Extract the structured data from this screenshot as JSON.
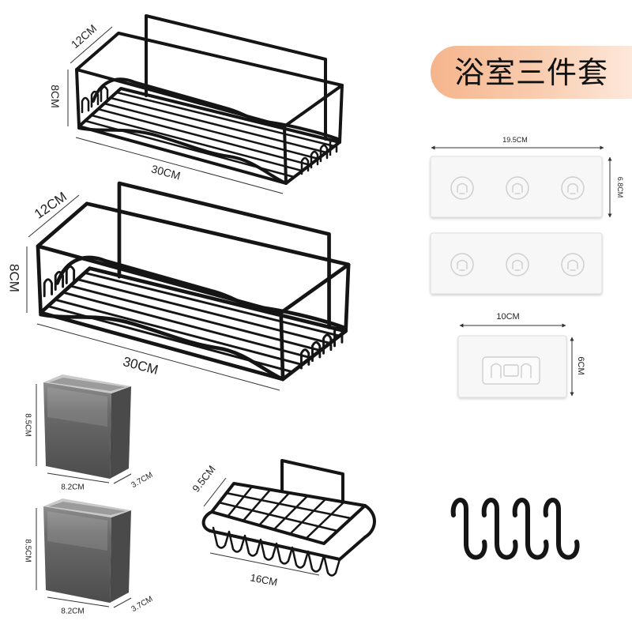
{
  "title": "浴室三件套",
  "colors": {
    "wire": "#151515",
    "dimension": "#333333",
    "badge_from": "#f5b58c",
    "badge_to": "#fde8da",
    "pad_fill": "#f7f7f7",
    "pad_stroke": "#dedede",
    "cup_body": "#4a4a4a"
  },
  "shelves": [
    {
      "depth": "12CM",
      "height": "8CM",
      "width": "30CM"
    },
    {
      "depth": "12CM",
      "height": "8CM",
      "width": "30CM"
    }
  ],
  "adhesive_pads": {
    "large": {
      "width": "19.5CM",
      "height": "6.8CM"
    },
    "small": {
      "width": "10CM",
      "height": "6CM"
    }
  },
  "cups": [
    {
      "height": "8.5CM",
      "width": "8.2CM",
      "depth": "3.7CM"
    },
    {
      "height": "8.5CM",
      "width": "8.2CM",
      "depth": "3.7CM"
    }
  ],
  "soap_dish": {
    "depth": "9.5CM",
    "width": "16CM"
  },
  "icons": {
    "hook": "s-hook-icon",
    "mount": "hook-mount-icon"
  }
}
